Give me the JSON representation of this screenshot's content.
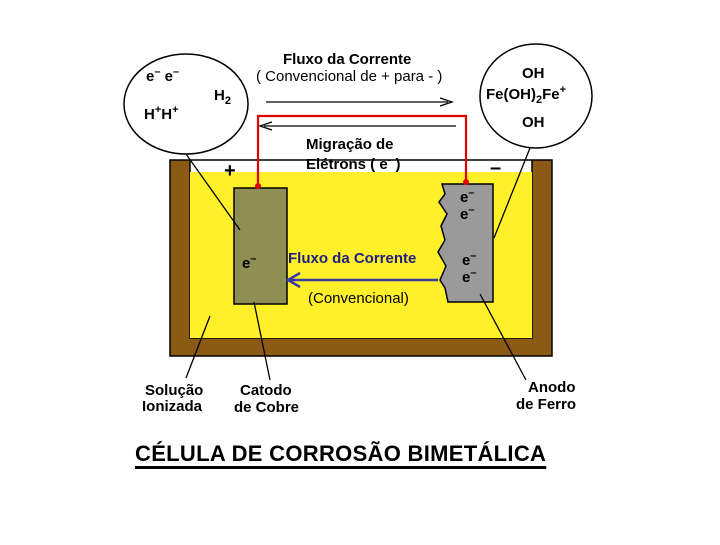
{
  "title": "CÉLULA DE CORROSÃO BIMETÁLICA",
  "top": {
    "current_flow": "Fluxo da Corrente",
    "conventional_direction": "( Convencional de + para - )",
    "electron_migration_line1": "Migração de",
    "electron_migration_line2": "Elétrons ( e",
    "electron_migration_sup": "-",
    "electron_migration_close": " )"
  },
  "left_bubble": {
    "e_label": "e",
    "e_sup": "–",
    "h_label": "H",
    "h_sup": "+",
    "h2": "H",
    "h2_sub": "2"
  },
  "right_bubble": {
    "oh_top": "OH",
    "fe_oh": "Fe(OH)",
    "fe_oh_sub": "2",
    "fe": "Fe",
    "fe_sup": "+",
    "oh_bottom": "OH"
  },
  "signs": {
    "plus": "+",
    "minus": "–"
  },
  "inner": {
    "cathode_electron": "e",
    "cathode_electron_sup": "–",
    "anode_electron": "e",
    "anode_electron_sup": "–",
    "current_flow": "Fluxo da Corrente",
    "conventional": "(Convencional)"
  },
  "bottom_labels": {
    "solution_line1": "Solução",
    "solution_line2": "Ionizada",
    "cathode_line1": "Catodo",
    "cathode_line2": "de Cobre",
    "anode_line1": "Anodo",
    "anode_line2": "de Ferro"
  },
  "colors": {
    "container": "#8b5a14",
    "electrolyte": "#fff02a",
    "cathode": "#8f8f55",
    "anode": "#9a9a9a",
    "wire": "#e00000",
    "arrow_blue": "#3a3aa0"
  }
}
